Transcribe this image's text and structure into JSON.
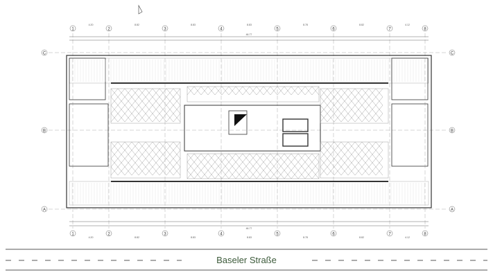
{
  "plan": {
    "column_axes": [
      "1",
      "2",
      "3",
      "4",
      "5",
      "6",
      "7",
      "8"
    ],
    "row_axes": [
      "A",
      "B",
      "C"
    ],
    "top_dimensions": [
      "4.20",
      "8.82",
      "8.83",
      "8.83",
      "8.78",
      "8.82",
      "4.12"
    ],
    "overall_dimension": "46.77",
    "colors": {
      "line": "#333333",
      "light_line": "#9a9a9a",
      "street_text": "#3c5a3a"
    }
  },
  "street": {
    "name": "Baseler Straße"
  }
}
